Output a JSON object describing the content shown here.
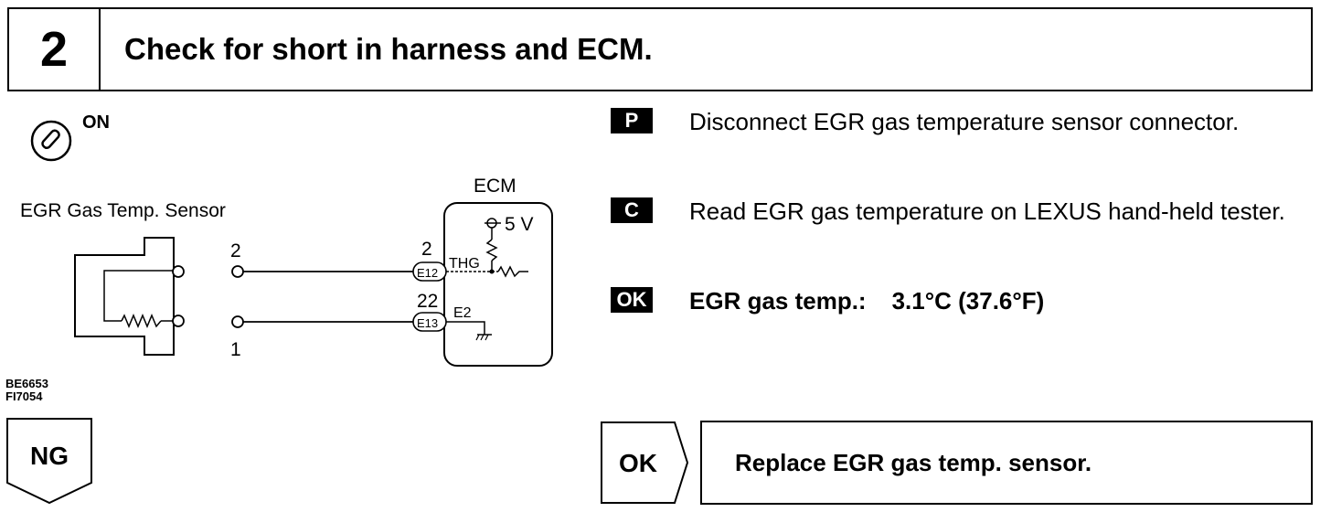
{
  "step": {
    "number": "2",
    "title": "Check for short in harness and ECM."
  },
  "diagram": {
    "ignition_label": "ON",
    "sensor_label": "EGR Gas Temp. Sensor",
    "ecm_label": "ECM",
    "sensor_pin_top": "2",
    "sensor_pin_bottom": "1",
    "ecm_pin_top": "2",
    "ecm_pin_bottom": "22",
    "connector_top": "E12",
    "connector_bottom": "E13",
    "signal_top": "THG",
    "signal_bottom": "E2",
    "supply_voltage": "5 V",
    "figure_code_1": "BE6653",
    "figure_code_2": "FI7054"
  },
  "instructions": [
    {
      "badge": "P",
      "text": "Disconnect EGR gas temperature sensor connector."
    },
    {
      "badge": "C",
      "text": "Read EGR gas temperature on LEXUS hand-held tester."
    }
  ],
  "ok_spec": {
    "badge": "OK",
    "label": "EGR gas temp.:",
    "value": "3.1°C (37.6°F)"
  },
  "results": {
    "ng_label": "NG",
    "ok_label": "OK",
    "ok_action": "Replace EGR gas temp. sensor."
  }
}
